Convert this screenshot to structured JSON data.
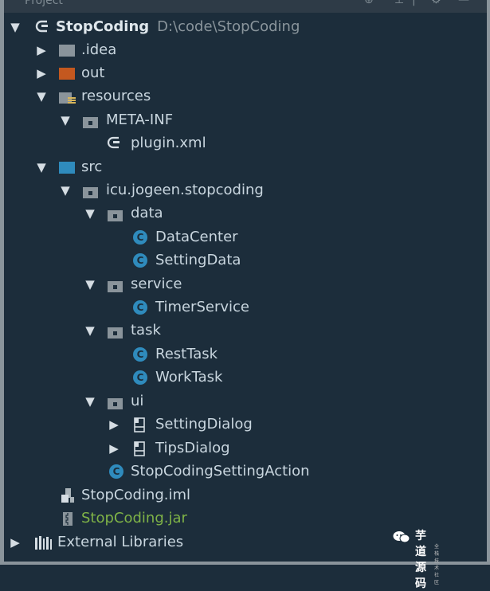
{
  "panel": {
    "title": "Project"
  },
  "project": {
    "name": "StopCoding",
    "path": "D:\\code\\StopCoding"
  },
  "tree": [
    {
      "key": "idea",
      "label": ".idea"
    },
    {
      "key": "out",
      "label": "out"
    },
    {
      "key": "resources",
      "label": "resources"
    },
    {
      "key": "metainf",
      "label": "META-INF"
    },
    {
      "key": "pluginxml",
      "label": "plugin.xml"
    },
    {
      "key": "src",
      "label": "src"
    },
    {
      "key": "package",
      "label": "icu.jogeen.stopcoding"
    },
    {
      "key": "data",
      "label": "data"
    },
    {
      "key": "datacenter",
      "label": "DataCenter"
    },
    {
      "key": "settingdata",
      "label": "SettingData"
    },
    {
      "key": "service",
      "label": "service"
    },
    {
      "key": "timerservice",
      "label": "TimerService"
    },
    {
      "key": "task",
      "label": "task"
    },
    {
      "key": "resttask",
      "label": "RestTask"
    },
    {
      "key": "worktask",
      "label": "WorkTask"
    },
    {
      "key": "ui",
      "label": "ui"
    },
    {
      "key": "settingdialog",
      "label": "SettingDialog"
    },
    {
      "key": "tipsdialog",
      "label": "TipsDialog"
    },
    {
      "key": "action",
      "label": "StopCodingSettingAction"
    },
    {
      "key": "iml",
      "label": "StopCoding.iml"
    },
    {
      "key": "jar",
      "label": "StopCoding.jar"
    },
    {
      "key": "extlibs",
      "label": "External Libraries"
    }
  ],
  "watermark": {
    "text": "芋道源码",
    "sub": "全栈技术社区"
  },
  "colors": {
    "background": "#1c2d3b",
    "class_icon": "#2f8bbd",
    "jar_text": "#7fb347",
    "out_folder": "#c4581f"
  }
}
